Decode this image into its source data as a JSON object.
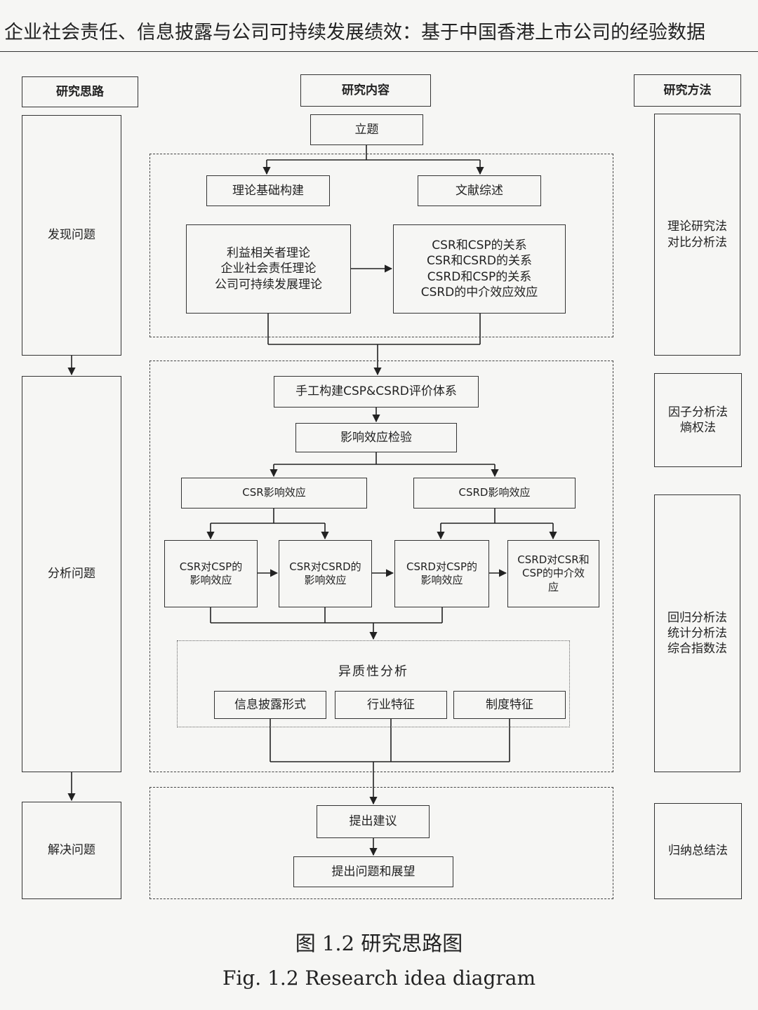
{
  "header": {
    "title": "企业社会责任、信息披露与公司可持续发展绩效：基于中国香港上市公司的经验数据"
  },
  "columns": {
    "left": "研究思路",
    "center": "研究内容",
    "right": "研究方法"
  },
  "left_steps": [
    "发现问题",
    "分析问题",
    "解决问题"
  ],
  "right_methods": [
    [
      "理论研究法",
      "对比分析法"
    ],
    [
      "因子分析法",
      "熵权法"
    ],
    [
      "回归分析法",
      "统计分析法",
      "综合指数法"
    ],
    [
      "归纳总结法"
    ]
  ],
  "center": {
    "topic": "立题",
    "theory_base": "理论基础构建",
    "lit_review": "文献综述",
    "theories": [
      "利益相关者理论",
      "企业社会责任理论",
      "公司可持续发展理论"
    ],
    "relations": [
      "CSR和CSP的关系",
      "CSR和CSRD的关系",
      "CSRD和CSP的关系",
      "CSRD的中介效应效应"
    ],
    "eval_system": "手工构建CSP&CSRD评价体系",
    "effect_test": "影响效应检验",
    "csr_effect": "CSR影响效应",
    "csrd_effect": "CSRD影响效应",
    "sub_effects": [
      [
        "CSR对CSP的",
        "影响效应"
      ],
      [
        "CSR对CSRD的",
        "影响效应"
      ],
      [
        "CSRD对CSP的",
        "影响效应"
      ],
      [
        "CSRD对CSR和",
        "CSP的中介效",
        "应"
      ]
    ],
    "heterogeneity": "异质性分析",
    "hetero_items": [
      "信息披露形式",
      "行业特征",
      "制度特征"
    ],
    "suggestion": "提出建议",
    "outlook": "提出问题和展望"
  },
  "caption": {
    "cn": "图 1.2 研究思路图",
    "en": "Fig. 1.2 Research idea diagram"
  }
}
